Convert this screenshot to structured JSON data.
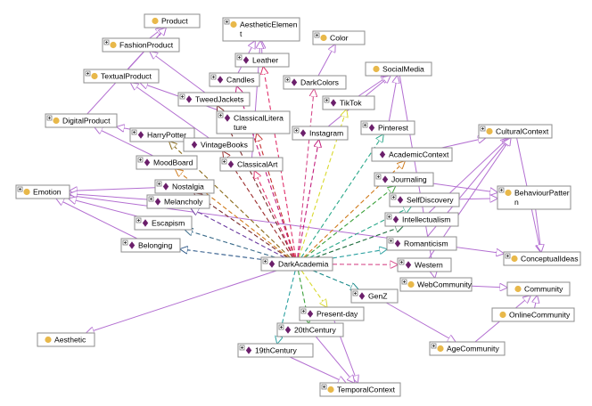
{
  "colors": {
    "class_icon": "#e8b84a",
    "individual_icon": "#6b1f6b",
    "subclass_edge": "#b36fd1",
    "property_edges": [
      "#e0306b",
      "#c21a7a",
      "#d64a8a",
      "#7a2a2a",
      "#c43030",
      "#d9d930",
      "#2f5a8a",
      "#3a6b8a",
      "#2aa88a",
      "#2aa0a0",
      "#1a8a8a",
      "#6b3aa0",
      "#8a6a1a",
      "#9a2a2a",
      "#d07a1a",
      "#1a6b3a",
      "#3aa03a",
      "#b08a1a",
      "#c0a040"
    ]
  },
  "nodes": [
    {
      "id": "Product",
      "label": "Product",
      "kind": "class",
      "expandable": false
    },
    {
      "id": "AestheticElement",
      "label": "AestheticElemen t",
      "kind": "class",
      "expandable": true
    },
    {
      "id": "FashionProduct",
      "label": "FashionProduct",
      "kind": "class",
      "expandable": true
    },
    {
      "id": "Color",
      "label": "Color",
      "kind": "class",
      "expandable": true
    },
    {
      "id": "Leather",
      "label": "Leather",
      "kind": "individual",
      "expandable": true
    },
    {
      "id": "SocialMedia",
      "label": "SocialMedia",
      "kind": "class",
      "expandable": false
    },
    {
      "id": "TextualProduct",
      "label": "TextualProduct",
      "kind": "class",
      "expandable": true
    },
    {
      "id": "Candles",
      "label": "Candles",
      "kind": "individual",
      "expandable": true
    },
    {
      "id": "DarkColors",
      "label": "DarkColors",
      "kind": "individual",
      "expandable": true
    },
    {
      "id": "TweedJackets",
      "label": "TweedJackets",
      "kind": "individual",
      "expandable": true
    },
    {
      "id": "TikTok",
      "label": "TikTok",
      "kind": "individual",
      "expandable": true
    },
    {
      "id": "ClassicalLiterature",
      "label": "ClassicalLitera ture",
      "kind": "individual",
      "expandable": true
    },
    {
      "id": "DigitalProduct",
      "label": "DigitalProduct",
      "kind": "class",
      "expandable": true
    },
    {
      "id": "Pinterest",
      "label": "Pinterest",
      "kind": "individual",
      "expandable": true
    },
    {
      "id": "Instagram",
      "label": "Instagram",
      "kind": "individual",
      "expandable": true
    },
    {
      "id": "CulturalContext",
      "label": "CulturalContext",
      "kind": "class",
      "expandable": true
    },
    {
      "id": "HarryPotter",
      "label": "HarryPotter",
      "kind": "individual",
      "expandable": true
    },
    {
      "id": "VintageBooks",
      "label": "VintageBooks",
      "kind": "individual",
      "expandable": false
    },
    {
      "id": "AcademicContext",
      "label": "AcademicContext",
      "kind": "individual",
      "expandable": false
    },
    {
      "id": "MoodBoard",
      "label": "MoodBoard",
      "kind": "individual",
      "expandable": true
    },
    {
      "id": "ClassicalArt",
      "label": "ClassicalArt",
      "kind": "individual",
      "expandable": true
    },
    {
      "id": "Journaling",
      "label": "Journaling",
      "kind": "individual",
      "expandable": true
    },
    {
      "id": "Emotion",
      "label": "Emotion",
      "kind": "class",
      "expandable": true
    },
    {
      "id": "Nostalgia",
      "label": "Nostalgia",
      "kind": "individual",
      "expandable": true
    },
    {
      "id": "BehaviourPattern",
      "label": "BehaviourPatter n",
      "kind": "class",
      "expandable": true
    },
    {
      "id": "SelfDiscovery",
      "label": "SelfDiscovery",
      "kind": "individual",
      "expandable": true
    },
    {
      "id": "Melancholy",
      "label": "Melancholy",
      "kind": "individual",
      "expandable": true
    },
    {
      "id": "Intellectualism",
      "label": "Intellectualism",
      "kind": "individual",
      "expandable": true
    },
    {
      "id": "Escapism",
      "label": "Escapism",
      "kind": "individual",
      "expandable": true
    },
    {
      "id": "Romanticism",
      "label": "Romanticism",
      "kind": "individual",
      "expandable": true
    },
    {
      "id": "Belonging",
      "label": "Belonging",
      "kind": "individual",
      "expandable": true
    },
    {
      "id": "ConceptualIdeas",
      "label": "ConceptualIdeas",
      "kind": "class",
      "expandable": true
    },
    {
      "id": "DarkAcademia",
      "label": "DarkAcademia",
      "kind": "individual",
      "expandable": true
    },
    {
      "id": "Western",
      "label": "Western",
      "kind": "individual",
      "expandable": true
    },
    {
      "id": "WebCommunity",
      "label": "WebCommunity",
      "kind": "class",
      "expandable": true
    },
    {
      "id": "Community",
      "label": "Community",
      "kind": "class",
      "expandable": false
    },
    {
      "id": "GenZ",
      "label": "GenZ",
      "kind": "individual",
      "expandable": true
    },
    {
      "id": "OnlineCommunity",
      "label": "OnlineCommunity",
      "kind": "class",
      "expandable": false
    },
    {
      "id": "Presentday",
      "label": "Present-day",
      "kind": "individual",
      "expandable": true
    },
    {
      "id": "Aesthetic",
      "label": "Aesthetic",
      "kind": "class",
      "expandable": false
    },
    {
      "id": "20thCentury",
      "label": "20thCentury",
      "kind": "individual",
      "expandable": true
    },
    {
      "id": "AgeCommunity",
      "label": "AgeCommunity",
      "kind": "class",
      "expandable": true
    },
    {
      "id": "19thCentury",
      "label": "19thCentury",
      "kind": "individual",
      "expandable": true
    },
    {
      "id": "TemporalContext",
      "label": "TemporalContext",
      "kind": "class",
      "expandable": true
    }
  ],
  "subclass_edges": [
    [
      "FashionProduct",
      "Product"
    ],
    [
      "TextualProduct",
      "Product"
    ],
    [
      "DigitalProduct",
      "Product"
    ],
    [
      "SocialMedia",
      "WebCommunity"
    ],
    [
      "CulturalContext",
      "ConceptualIdeas"
    ],
    [
      "BehaviourPattern",
      "ConceptualIdeas"
    ],
    [
      "Emotion",
      "ConceptualIdeas"
    ],
    [
      "WebCommunity",
      "Community"
    ],
    [
      "OnlineCommunity",
      "Community"
    ],
    [
      "AgeCommunity",
      "Community"
    ],
    [
      "DarkAcademia",
      "Aesthetic"
    ],
    [
      "Leather",
      "AestheticElement"
    ],
    [
      "Candles",
      "AestheticElement"
    ],
    [
      "DarkColors",
      "Color"
    ],
    [
      "TweedJackets",
      "FashionProduct"
    ],
    [
      "ClassicalLiterature",
      "TextualProduct"
    ],
    [
      "HarryPotter",
      "DigitalProduct"
    ],
    [
      "VintageBooks",
      "TextualProduct"
    ],
    [
      "MoodBoard",
      "DigitalProduct"
    ],
    [
      "ClassicalArt",
      "AestheticElement"
    ],
    [
      "TikTok",
      "SocialMedia"
    ],
    [
      "Instagram",
      "SocialMedia"
    ],
    [
      "Pinterest",
      "SocialMedia"
    ],
    [
      "Nostalgia",
      "Emotion"
    ],
    [
      "Melancholy",
      "Emotion"
    ],
    [
      "Escapism",
      "Emotion"
    ],
    [
      "Belonging",
      "Emotion"
    ],
    [
      "AcademicContext",
      "CulturalContext"
    ],
    [
      "Journaling",
      "BehaviourPattern"
    ],
    [
      "SelfDiscovery",
      "BehaviourPattern"
    ],
    [
      "Intellectualism",
      "CulturalContext"
    ],
    [
      "Romanticism",
      "CulturalContext"
    ],
    [
      "Western",
      "CulturalContext"
    ],
    [
      "GenZ",
      "AgeCommunity"
    ],
    [
      "Presentday",
      "TemporalContext"
    ],
    [
      "20thCentury",
      "TemporalContext"
    ],
    [
      "19thCentury",
      "TemporalContext"
    ]
  ],
  "property_edges": [
    [
      "DarkAcademia",
      "Leather",
      0
    ],
    [
      "DarkAcademia",
      "Candles",
      1
    ],
    [
      "DarkAcademia",
      "DarkColors",
      2
    ],
    [
      "DarkAcademia",
      "TweedJackets",
      3
    ],
    [
      "DarkAcademia",
      "ClassicalLiterature",
      4
    ],
    [
      "DarkAcademia",
      "TikTok",
      5
    ],
    [
      "DarkAcademia",
      "Instagram",
      1
    ],
    [
      "DarkAcademia",
      "Pinterest",
      8
    ],
    [
      "DarkAcademia",
      "VintageBooks",
      13
    ],
    [
      "DarkAcademia",
      "ClassicalArt",
      0
    ],
    [
      "DarkAcademia",
      "HarryPotter",
      12
    ],
    [
      "DarkAcademia",
      "MoodBoard",
      14
    ],
    [
      "DarkAcademia",
      "AcademicContext",
      14
    ],
    [
      "DarkAcademia",
      "Journaling",
      16
    ],
    [
      "DarkAcademia",
      "Nostalgia",
      3
    ],
    [
      "DarkAcademia",
      "SelfDiscovery",
      8
    ],
    [
      "DarkAcademia",
      "Melancholy",
      11
    ],
    [
      "DarkAcademia",
      "Intellectualism",
      15
    ],
    [
      "DarkAcademia",
      "Escapism",
      7
    ],
    [
      "DarkAcademia",
      "Romanticism",
      9
    ],
    [
      "DarkAcademia",
      "Belonging",
      6
    ],
    [
      "DarkAcademia",
      "Western",
      2
    ],
    [
      "DarkAcademia",
      "GenZ",
      10
    ],
    [
      "DarkAcademia",
      "Presentday",
      5
    ],
    [
      "DarkAcademia",
      "20thCentury",
      16
    ],
    [
      "DarkAcademia",
      "19thCentury",
      9
    ]
  ]
}
